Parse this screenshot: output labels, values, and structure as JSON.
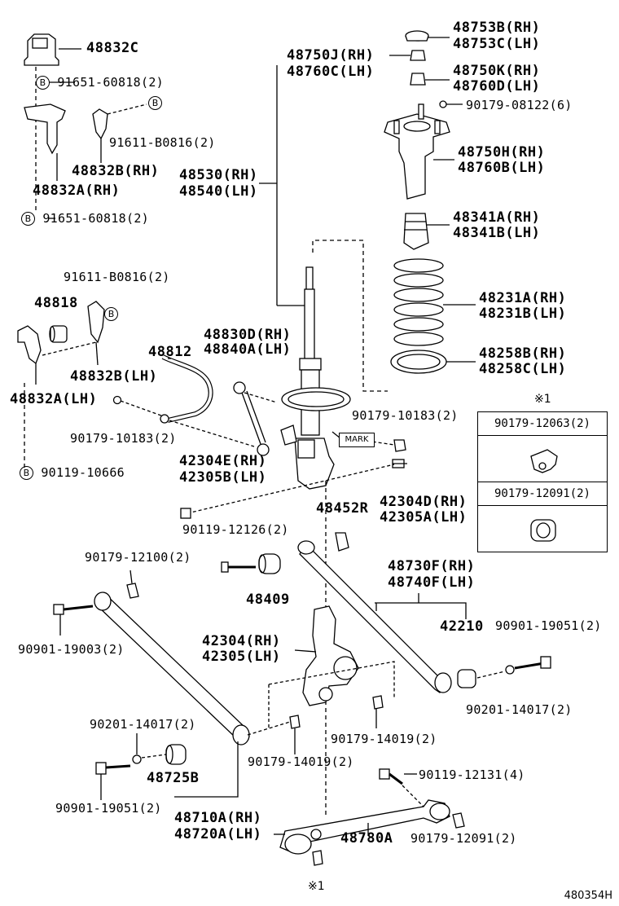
{
  "parts": {
    "p48832C": "48832C",
    "p91651_60818_top": "91651-60818(2)",
    "p91611_B0816_top": "91611-B0816(2)",
    "p48832B_RH": "48832B(RH)",
    "p48832A_RH": "48832A(RH)",
    "p91651_60818_bot": "91651-60818(2)",
    "p48750J": "48750J(RH)",
    "p48760C": "48760C(LH)",
    "p48530": "48530(RH)",
    "p48540": "48540(LH)",
    "p48753B": "48753B(RH)",
    "p48753C": "48753C(LH)",
    "p48750K": "48750K(RH)",
    "p48760D": "48760D(LH)",
    "p90179_08122": "90179-08122(6)",
    "p48750H": "48750H(RH)",
    "p48760B": "48760B(LH)",
    "p48341A": "48341A(RH)",
    "p48341B": "48341B(LH)",
    "p48231A": "48231A(RH)",
    "p48231B": "48231B(LH)",
    "p48258B": "48258B(RH)",
    "p48258C": "48258C(LH)",
    "p91611_B0816_mid": "91611-B0816(2)",
    "p48818": "48818",
    "p48812": "48812",
    "p48830D": "48830D(RH)",
    "p48840A": "48840A(LH)",
    "p48832B_LH": "48832B(LH)",
    "p48832A_LH": "48832A(LH)",
    "p90179_10183_left": "90179-10183(2)",
    "p90179_10183_right": "90179-10183(2)",
    "p90119_10666": "90119-10666",
    "p42304E": "42304E(RH)",
    "p42305B": "42305B(LH)",
    "p42304D": "42304D(RH)",
    "p42305A": "42305A(LH)",
    "p48452R": "48452R",
    "p90119_12126": "90119-12126(2)",
    "p90179_12100": "90179-12100(2)",
    "p48409": "48409",
    "p48730F": "48730F(RH)",
    "p48740F": "48740F(LH)",
    "p42210": "42210",
    "p90901_19051_right": "90901-19051(2)",
    "p90901_19003": "90901-19003(2)",
    "p42304": "42304(RH)",
    "p42305": "42305(LH)",
    "p90201_14017_right": "90201-14017(2)",
    "p90201_14017_left": "90201-14017(2)",
    "p90179_14019_right": "90179-14019(2)",
    "p90179_14019_left": "90179-14019(2)",
    "p48725B": "48725B",
    "p90901_19051_left": "90901-19051(2)",
    "p90119_12131": "90119-12131(4)",
    "p48710A": "48710A(RH)",
    "p48720A": "48720A(LH)",
    "p48780A": "48780A",
    "p90179_12091_bot": "90179-12091(2)"
  },
  "bolt_ref": "B",
  "inset": {
    "note": "※1",
    "row1": "90179-12063(2)",
    "row2": "90179-12091(2)"
  },
  "bottom_note": "※1",
  "mark_label": "MARK",
  "footer_code": "480354H"
}
